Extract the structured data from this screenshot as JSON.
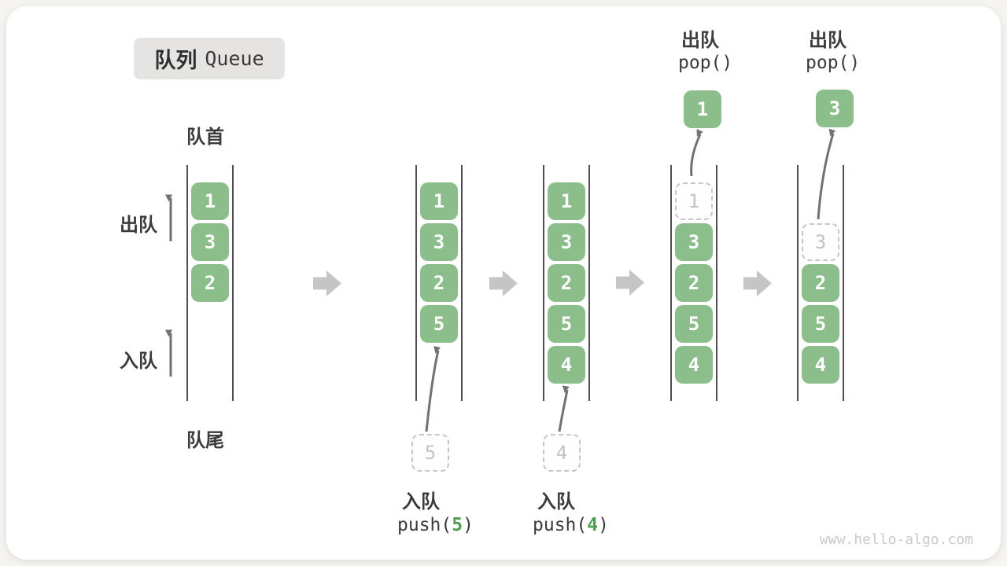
{
  "title": {
    "zh": "队列",
    "en": "Queue"
  },
  "side_labels": {
    "front": "队首",
    "rear": "队尾",
    "dequeue": "出队",
    "enqueue": "入队"
  },
  "queues": [
    {
      "cells": [
        "1",
        "3",
        "2"
      ]
    },
    {
      "cells": [
        "1",
        "3",
        "2",
        "5"
      ]
    },
    {
      "cells": [
        "1",
        "3",
        "2",
        "5",
        "4"
      ]
    },
    {
      "cells": [
        "3",
        "2",
        "5",
        "4"
      ],
      "removed": "1"
    },
    {
      "cells": [
        "2",
        "5",
        "4"
      ],
      "removed": "3"
    }
  ],
  "operations": {
    "push5": {
      "label": "入队",
      "fn": "push(",
      "arg": "5",
      "close": ")",
      "pending": "5"
    },
    "push4": {
      "label": "入队",
      "fn": "push(",
      "arg": "4",
      "close": ")",
      "pending": "4"
    },
    "pop1": {
      "label": "出队",
      "code": "pop()",
      "popped": "1"
    },
    "pop2": {
      "label": "出队",
      "code": "pop()",
      "popped": "3"
    }
  },
  "watermark": "www.hello-algo.com",
  "colors": {
    "cell_green": "#8cbe8c",
    "arg_green": "#4f9d4f",
    "line_gray": "#4f4f4f",
    "block_arrow_gray": "#c5c5c5",
    "ghost_gray": "#c2c2c2",
    "badge_gray": "#e5e4e3",
    "text": "#3b3b3b"
  }
}
